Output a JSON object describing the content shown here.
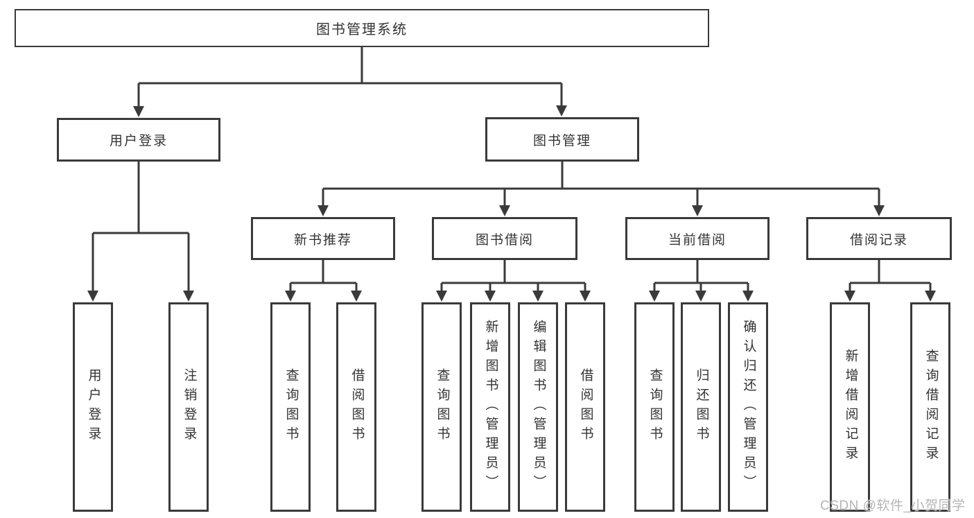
{
  "diagram": {
    "title": "图书管理系统",
    "type": "hierarchy-tree"
  },
  "tree": {
    "label": "图书管理系统",
    "children": [
      {
        "label": "用户登录",
        "children": [
          {
            "label": "用户登录"
          },
          {
            "label": "注销登录"
          }
        ]
      },
      {
        "label": "图书管理",
        "children": [
          {
            "label": "新书推荐",
            "children": [
              {
                "label": "查询图书"
              },
              {
                "label": "借阅图书"
              }
            ]
          },
          {
            "label": "图书借阅",
            "children": [
              {
                "label": "查询图书"
              },
              {
                "label": "新增图书（管理员）"
              },
              {
                "label": "编辑图书（管理员）"
              },
              {
                "label": "借阅图书"
              }
            ]
          },
          {
            "label": "当前借阅",
            "children": [
              {
                "label": "查询图书"
              },
              {
                "label": "归还图书"
              },
              {
                "label": "确认归还（管理员）"
              }
            ]
          },
          {
            "label": "借阅记录",
            "children": [
              {
                "label": "新增借阅记录"
              },
              {
                "label": "查询借阅记录"
              }
            ]
          }
        ]
      }
    ]
  },
  "watermark": {
    "text": "CSDN @软件_小贺同学"
  },
  "colors": {
    "line": "#3a3a3a",
    "box_border": "#3a3a3a",
    "box_fill": "#ffffff",
    "text": "#333333",
    "watermark": "#b5b5b5",
    "background": "#ffffff"
  }
}
